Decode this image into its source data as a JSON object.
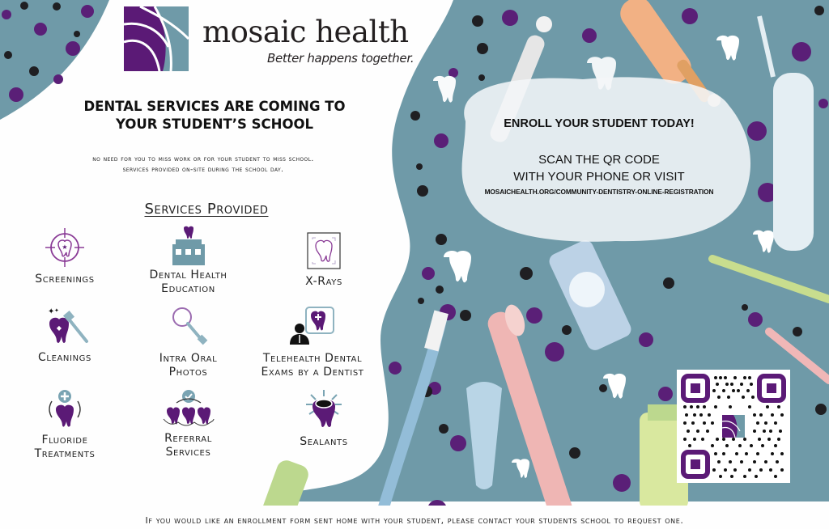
{
  "brand": {
    "name": "mosaic health",
    "tagline": "Better happens together.",
    "colors": {
      "purple": "#5b1a76",
      "teal": "#6c96a5",
      "dark": "#231f20"
    }
  },
  "headline": {
    "line1": "DENTAL SERVICES ARE COMING TO",
    "line2": "YOUR STUDENT’S SCHOOL"
  },
  "subline": {
    "line1": "No need for you to miss work or for your student to miss school.",
    "line2": "Services provided on-site during the school day."
  },
  "services": {
    "title": "Services Provided",
    "items": [
      {
        "icon": "tooth-crosshair-icon",
        "line1": "Screenings",
        "line2": ""
      },
      {
        "icon": "school-tooth-icon",
        "line1": "Dental Health",
        "line2": "Education"
      },
      {
        "icon": "tooth-xray-icon",
        "line1": "X-Rays",
        "line2": ""
      },
      {
        "icon": "tooth-toothbrush-sparkle-icon",
        "line1": "Cleanings",
        "line2": ""
      },
      {
        "icon": "dental-mirror-icon",
        "line1": "Intra Oral",
        "line2": "Photos"
      },
      {
        "icon": "telehealth-dentist-icon",
        "line1": "Telehealth Dental",
        "line2": "Exams by a Dentist"
      },
      {
        "icon": "tooth-plus-icon",
        "line1": "Fluoride",
        "line2": "Treatments"
      },
      {
        "icon": "teeth-check-icon",
        "line1": "Referral",
        "line2": "Services"
      },
      {
        "icon": "tooth-sealant-icon",
        "line1": "Sealants",
        "line2": ""
      }
    ]
  },
  "enroll": {
    "title": "ENROLL YOUR STUDENT TODAY!",
    "line1": "SCAN THE QR CODE",
    "line2": "WITH YOUR PHONE OR VISIT",
    "url": "MOSAICHEALTH.ORG/COMMUNITY-DENTISTRY-ONLINE-REGISTRATION"
  },
  "qr": {
    "label": "qr-code"
  },
  "footer": {
    "text": "If you would like an enrollment form sent home with your student, please contact your students school to request one."
  }
}
